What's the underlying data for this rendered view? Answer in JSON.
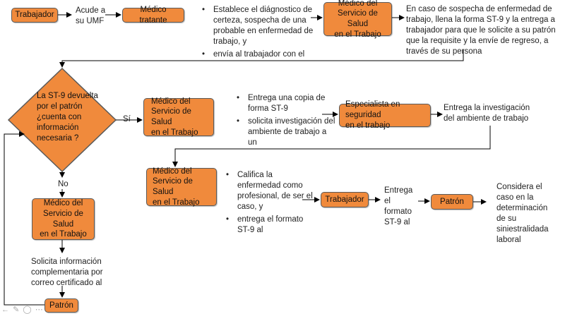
{
  "colors": {
    "box_fill": "#F08A3C",
    "box_border": "#5a5a5a",
    "line": "#000000"
  },
  "nodes": {
    "trabajador_1": "Trabajador",
    "acude": "Acude a\nsu UMF",
    "medico_tratante": "Médico tratante",
    "bullets_1": [
      "Establece el diágnostico de certeza, sospecha de una probable en enfermedad de trabajo, y",
      "envía al trabajador con el"
    ],
    "medico_sst_1": "Médico del\nServicio de Salud\nen el Trabajo",
    "text_sospecha": "En caso de sospecha de enfermedad de trabajo, llena la forma ST-9 y la entrega  a trabajador para que le solicite a su patrón que la requisite y la envíe de regreso, a través de su persona",
    "decision": "La ST-9 devuelta\npor el patrón\n¿cuenta con\ninformación\nnecesaria ?",
    "si": "Sí",
    "no": "No",
    "medico_sst_2": "Médico del\nServicio de Salud\nen el Trabajo",
    "bullets_2": [
      "Entrega una copia de forma ST-9",
      "solicita investigación del ambiente de trabajo a un"
    ],
    "especialista": "Especialista en seguridad\nen el trabajo",
    "text_entrega_inv": "Entrega la investigación\ndel ambiente de trabajo",
    "medico_sst_3": "Médico del\nServicio de Salud\nen el Trabajo",
    "bullets_3": [
      "Califica la enfermedad como profesional, de ser el caso, y",
      "entrega el formato ST-9 al"
    ],
    "trabajador_2": "Trabajador",
    "text_entrega_formato": "Entrega el\nformato\nST-9 al",
    "patron_1": "Patrón",
    "text_considera": "Considera el\ncaso en la\ndeterminación\nde su\nsiniestralidada\nlaboral",
    "medico_sst_4": "Médico del\nServicio de Salud\nen el Trabajo",
    "text_solicita": "Solicita información\ncomplementaria por\ncorreo certificado al",
    "patron_2": "Patrón"
  }
}
